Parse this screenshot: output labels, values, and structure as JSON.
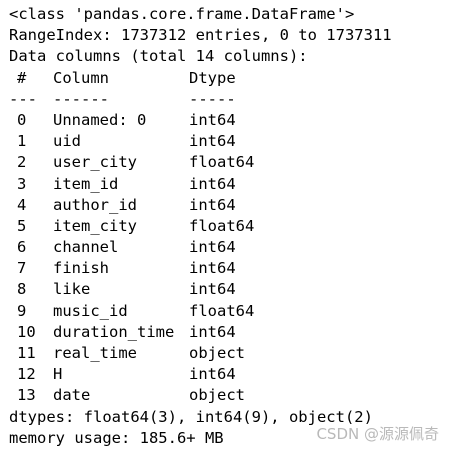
{
  "output": {
    "class_line": "<class 'pandas.core.frame.DataFrame'>",
    "range_index": "RangeIndex: 1737312 entries, 0 to 1737311",
    "data_columns": "Data columns (total 14 columns):",
    "header": {
      "index": "#",
      "column": "Column",
      "dtype": "Dtype"
    },
    "separator": {
      "index": "---",
      "column": "------",
      "dtype": "-----"
    },
    "rows": [
      {
        "index": "0",
        "column": "Unnamed: 0",
        "dtype": "int64"
      },
      {
        "index": "1",
        "column": "uid",
        "dtype": "int64"
      },
      {
        "index": "2",
        "column": "user_city",
        "dtype": "float64"
      },
      {
        "index": "3",
        "column": "item_id",
        "dtype": "int64"
      },
      {
        "index": "4",
        "column": "author_id",
        "dtype": "int64"
      },
      {
        "index": "5",
        "column": "item_city",
        "dtype": "float64"
      },
      {
        "index": "6",
        "column": "channel",
        "dtype": "int64"
      },
      {
        "index": "7",
        "column": "finish",
        "dtype": "int64"
      },
      {
        "index": "8",
        "column": "like",
        "dtype": "int64"
      },
      {
        "index": "9",
        "column": "music_id",
        "dtype": "float64"
      },
      {
        "index": "10",
        "column": "duration_time",
        "dtype": "int64"
      },
      {
        "index": "11",
        "column": "real_time",
        "dtype": "object"
      },
      {
        "index": "12",
        "column": "H",
        "dtype": "int64"
      },
      {
        "index": "13",
        "column": "date",
        "dtype": "object"
      }
    ],
    "dtypes_line": "dtypes: float64(3), int64(9), object(2)",
    "memory_line": "memory usage: 185.6+ MB"
  },
  "watermark": "CSDN @源源佩奇"
}
